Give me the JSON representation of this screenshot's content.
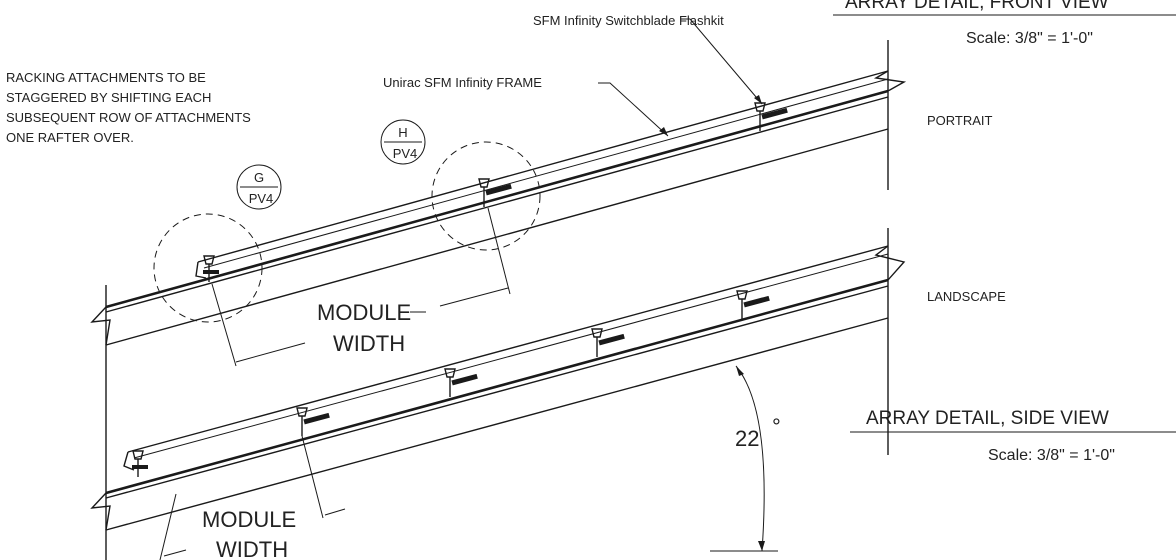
{
  "front_view": {
    "title": "ARRAY DETAIL, FRONT VIEW",
    "scale": "Scale: 3/8\" = 1'-0\""
  },
  "side_view": {
    "title": "ARRAY DETAIL, SIDE VIEW",
    "scale": "Scale: 3/8\" = 1'-0\""
  },
  "callouts": {
    "flashkit": "SFM Infinity Switchblade Flashkit",
    "frame": "Unirac SFM Infinity FRAME"
  },
  "note_lines": [
    "RACKING ATTACHMENTS TO BE",
    "STAGGERED BY SHIFTING EACH",
    "SUBSEQUENT ROW OF ATTACHMENTS",
    "ONE RAFTER OVER."
  ],
  "orientation_labels": {
    "portrait": "PORTRAIT",
    "landscape": "LANDSCAPE"
  },
  "detail_bubbles": [
    {
      "letter": "G",
      "sheet": "PV4"
    },
    {
      "letter": "H",
      "sheet": "PV4"
    }
  ],
  "dimensions": {
    "upper": {
      "line1": "MODULE",
      "line2": "WIDTH"
    },
    "lower": {
      "line1": "MODULE",
      "line2": "WIDTH"
    }
  },
  "angle": {
    "value": "22",
    "unit": "°"
  }
}
